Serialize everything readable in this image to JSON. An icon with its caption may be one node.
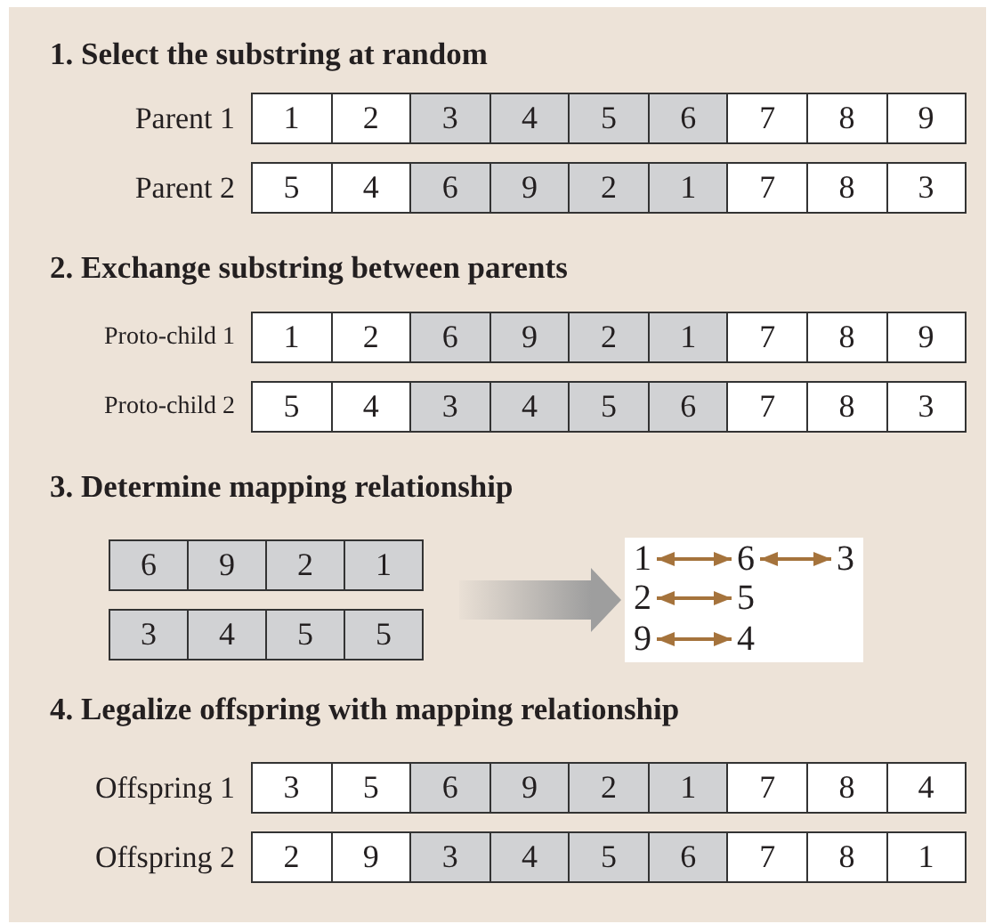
{
  "diagram": {
    "nodes": [
      {
        "text": [
          "6",
          "9",
          "2",
          "1"
        ]
      },
      {
        "text": [
          "3",
          "4",
          "5",
          "5"
        ]
      },
      {
        "text": [],
        "shape": "box"
      },
      {
        "text": [
          "1"
        ],
        "in": 2
      },
      {
        "text": [
          "6"
        ],
        "in": 2
      },
      {
        "text": [
          "3"
        ],
        "in": 2
      },
      {
        "text": [
          "2"
        ],
        "in": 2
      },
      {
        "text": [
          "5"
        ],
        "in": 2
      },
      {
        "text": [
          "9"
        ],
        "in": 2
      },
      {
        "text": [
          "4"
        ],
        "in": 2
      }
    ],
    "edges": [
      {
        "from": null,
        "to": 2,
        "arrow": "to",
        "style": "thick",
        "color": "#9e9e9e"
      },
      {
        "from": 3,
        "to": 4,
        "arrow": "both"
      },
      {
        "from": 4,
        "to": 5,
        "arrow": "both"
      },
      {
        "from": 6,
        "to": 7,
        "arrow": "both"
      },
      {
        "from": 8,
        "to": 9,
        "arrow": "both"
      }
    ],
    "labels": [
      "1. Select the substring at random",
      "Parent 1",
      "1",
      "2",
      "3",
      "4",
      "5",
      "6",
      "7",
      "8",
      "9",
      "Parent 2",
      "5",
      "4",
      "6",
      "9",
      "2",
      "1",
      "7",
      "8",
      "3",
      "2. Exchange substring between parents",
      "Proto-child 1",
      "1",
      "2",
      "6",
      "9",
      "2",
      "1",
      "7",
      "8",
      "9",
      "Proto-child 2",
      "5",
      "4",
      "3",
      "4",
      "5",
      "6",
      "7",
      "8",
      "3",
      "3. Determine mapping relationship",
      "4. Legalize offspring with mapping relationship",
      "Offspring 1",
      "3",
      "5",
      "6",
      "9",
      "2",
      "1",
      "7",
      "8",
      "4",
      "Offspring 2",
      "2",
      "9",
      "3",
      "4",
      "5",
      "6",
      "7",
      "8",
      "1"
    ]
  }
}
